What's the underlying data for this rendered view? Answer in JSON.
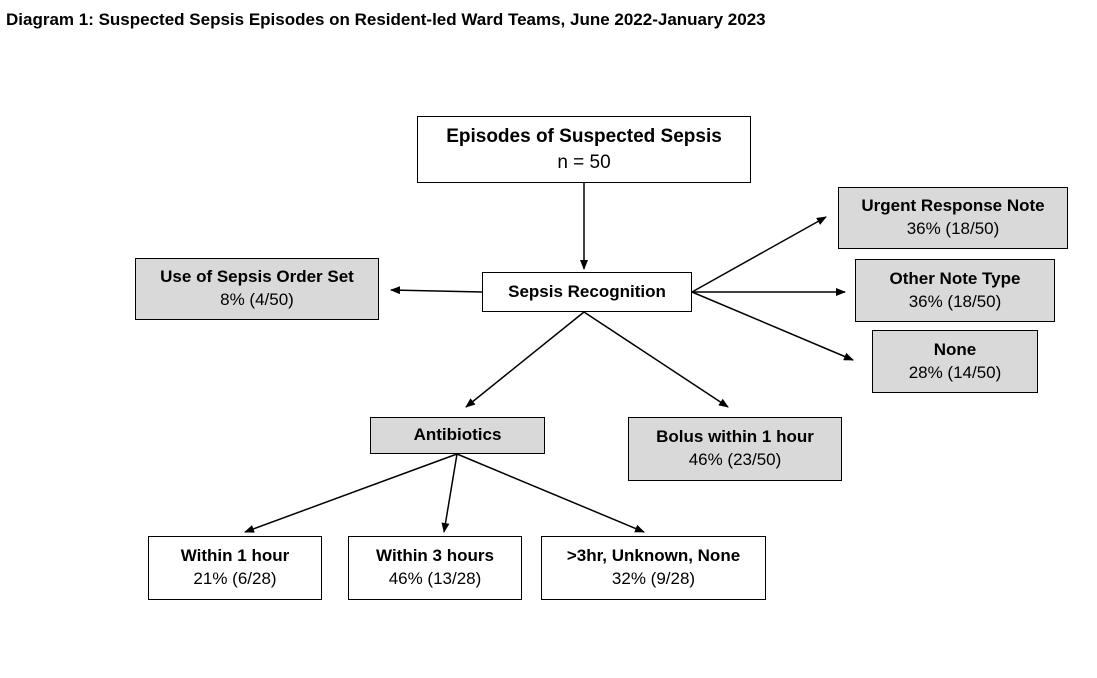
{
  "title": "Diagram 1: Suspected Sepsis Episodes on Resident-led Ward Teams, June 2022-January 2023",
  "nodes": {
    "root": {
      "label": "Episodes of Suspected Sepsis",
      "value": "n = 50"
    },
    "recognition": {
      "label": "Sepsis Recognition"
    },
    "order_set": {
      "label": "Use of Sepsis Order Set",
      "value": "8% (4/50)"
    },
    "urgent_note": {
      "label": "Urgent Response Note",
      "value": "36% (18/50)"
    },
    "other_note": {
      "label": "Other Note Type",
      "value": "36% (18/50)"
    },
    "none_note": {
      "label": "None",
      "value": "28% (14/50)"
    },
    "antibiotics": {
      "label": "Antibiotics"
    },
    "bolus": {
      "label": "Bolus within 1 hour",
      "value": "46% (23/50)"
    },
    "within1": {
      "label": "Within 1 hour",
      "value": "21% (6/28)"
    },
    "within3": {
      "label": "Within 3 hours",
      "value": "46% (13/28)"
    },
    "over3": {
      "label": ">3hr, Unknown, None",
      "value": "32% (9/28)"
    }
  },
  "colors": {
    "highlight_fill": "#d9d9d9",
    "plain_fill": "#ffffff",
    "line": "#000000"
  }
}
